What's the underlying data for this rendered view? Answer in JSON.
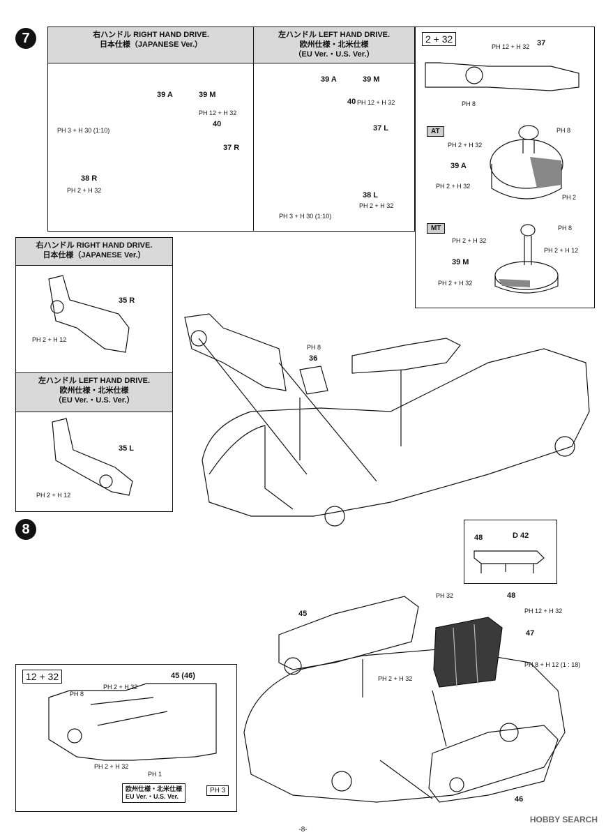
{
  "step7": {
    "number": "7",
    "rhd_header": [
      "右ハンドル RIGHT HAND DRIVE.",
      "日本仕様（JAPANESE Ver.）"
    ],
    "lhd_header": [
      "左ハンドル LEFT HAND DRIVE.",
      "欧州仕様・北米仕様",
      "（EU Ver.・U.S. Ver.）"
    ],
    "side_rhd_header": [
      "右ハンドル RIGHT HAND DRIVE.",
      "日本仕様（JAPANESE Ver.）"
    ],
    "side_lhd_header": [
      "左ハンドル LEFT HAND DRIVE.",
      "欧州仕様・北米仕様",
      "（EU Ver.・U.S. Ver.）"
    ],
    "paint_box": "2 + 32",
    "at_tag": "AT",
    "mt_tag": "MT",
    "labels": {
      "p39a": "39 A",
      "p39m": "39 M",
      "p40": "40",
      "p37r": "37 R",
      "p38r": "38 R",
      "p37l": "37 L",
      "p38l": "38 L",
      "p37": "37",
      "p35r": "35 R",
      "p35l": "35 L",
      "p36": "36",
      "p39a_at": "39 A",
      "p39m_mt": "39 M",
      "c_3_30": "PH 3 + H 30 (1:10)",
      "c_2_32": "PH 2 + H 32",
      "c_12_32": "PH 12 + H 32",
      "c_8": "PH 8",
      "c_2": "PH 2",
      "c_2_12": "PH 2 + H 12"
    }
  },
  "step8": {
    "number": "8",
    "paint_box": "12 + 32",
    "note": [
      "欧州仕様・北米仕様",
      "EU Ver.・U.S. Ver."
    ],
    "note_paint": "PH 3",
    "labels": {
      "p45": "45",
      "p46": "46",
      "p47": "47",
      "p48": "48",
      "p45_46": "45 (46)",
      "d42": "D 42",
      "c_32": "PH 32",
      "c_12_32": "PH 12 + H 32",
      "c_8_12": "PH 8 + H 12 (1 : 18)",
      "c_2_32": "PH 2 + H 32",
      "c_8": "PH 8",
      "c_1": "PH 1"
    }
  },
  "footer": {
    "page": "-8-",
    "watermark": "HOBBY SEARCH"
  }
}
